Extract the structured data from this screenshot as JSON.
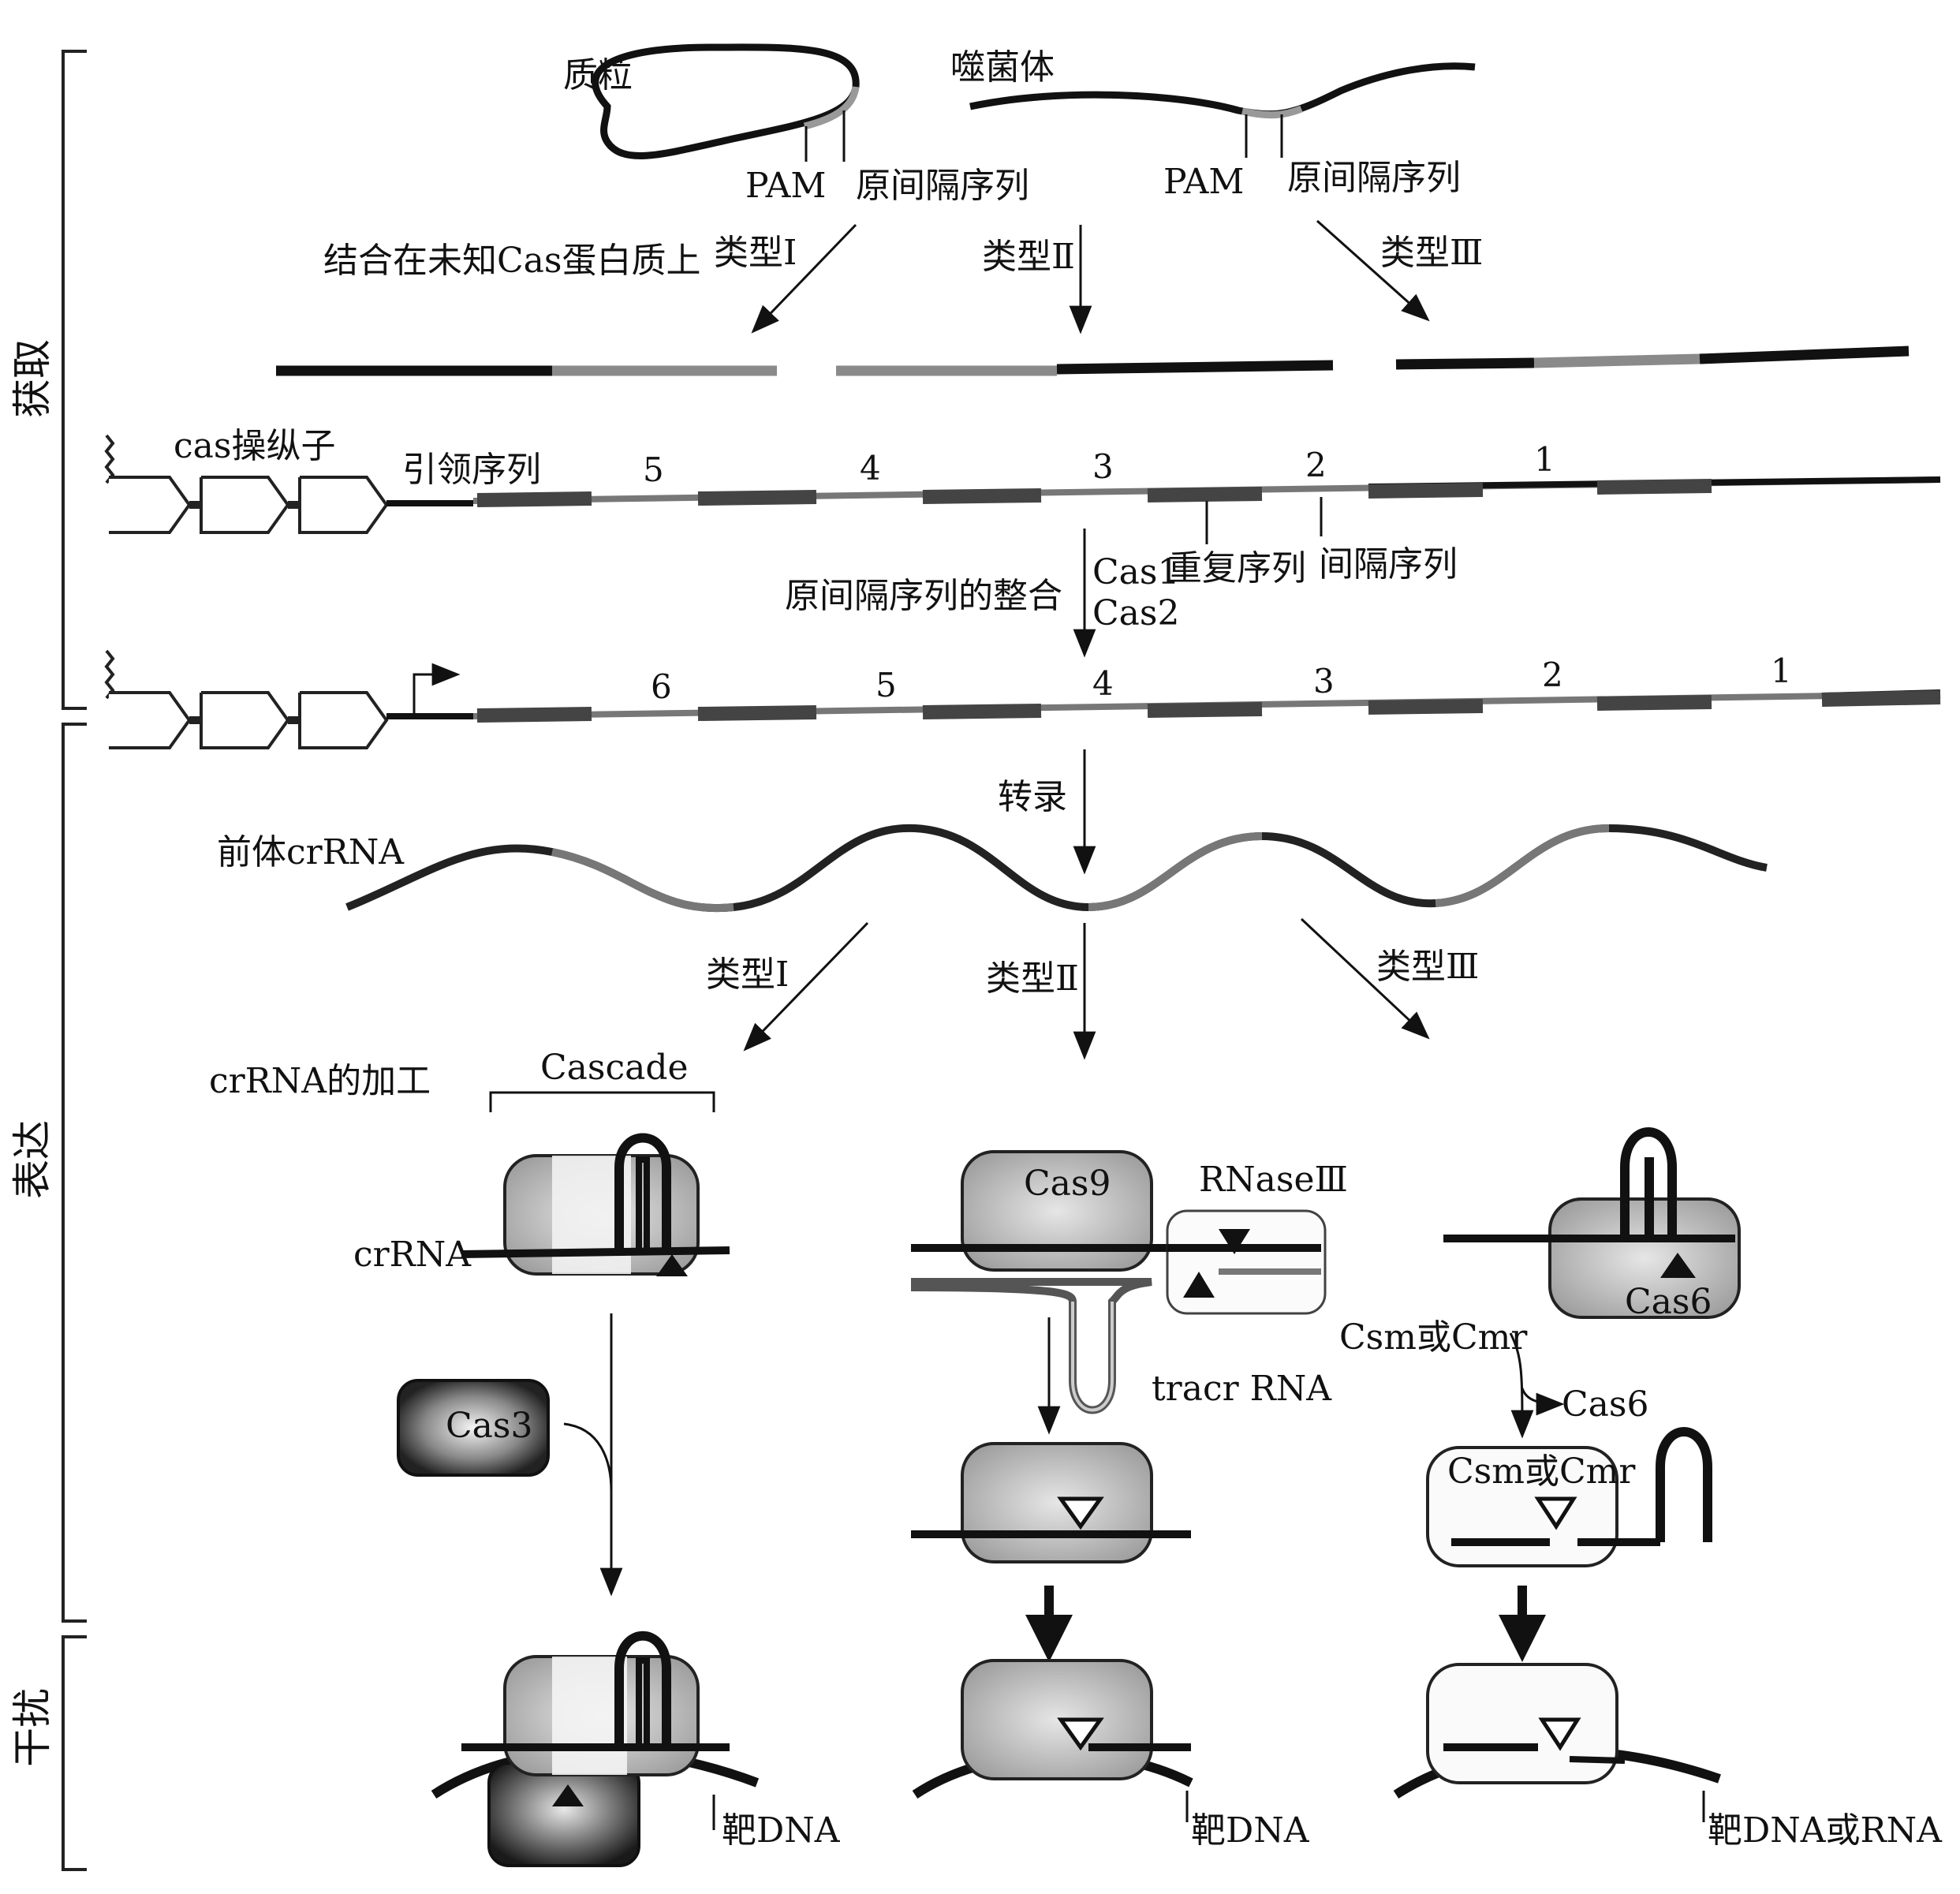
{
  "sections": {
    "acquisition": "获取",
    "expression": "表达",
    "interference": "干扰"
  },
  "acquisition": {
    "plasmid": "质粒",
    "phage": "噬菌体",
    "pam": "PAM",
    "protospacer": "原间隔序列",
    "unknown_cas": "结合在未知Cas蛋白质上",
    "type_1": "类型Ⅰ",
    "type_2": "类型Ⅱ",
    "type_3": "类型Ⅲ",
    "cas_operon": "cas操纵子",
    "leader": "引领序列",
    "repeat": "重复序列",
    "spacer": "间隔序列",
    "integration": "原间隔序列的整合",
    "cas1": "Cas1",
    "cas2": "Cas2",
    "spacer_numbers_before": [
      "5",
      "4",
      "3",
      "2",
      "1"
    ],
    "spacer_numbers_after": [
      "6",
      "5",
      "4",
      "3",
      "2",
      "1"
    ]
  },
  "expression": {
    "transcription": "转录",
    "pre_crrna": "前体crRNA",
    "type_1": "类型Ⅰ",
    "type_2": "类型Ⅱ",
    "type_3": "类型Ⅲ",
    "processing": "crRNA的加工",
    "cascade": "Cascade",
    "crrna": "crRNA",
    "cas9": "Cas9",
    "rnase3": "RNaseⅢ",
    "tracr": "tracr RNA",
    "cas6": "Cas6",
    "csm_cmr": "Csm或Cmr",
    "cas6_release": "Cas6",
    "cas3": "Cas3"
  },
  "interference": {
    "target_dna": "靶DNA",
    "target_dna_2": "靶DNA",
    "target_dna_or_rna": "靶DNA或RNA"
  }
}
